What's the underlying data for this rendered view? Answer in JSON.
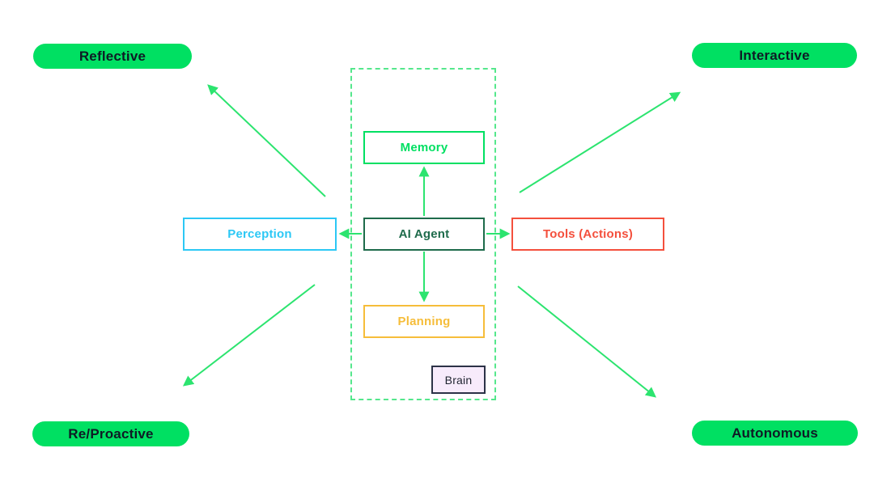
{
  "colors": {
    "green": "#00e062",
    "green_light": "#55e78c",
    "arrow_green": "#2ce46f",
    "dark_green": "#1e6b4b",
    "cyan": "#2cc8f5",
    "red": "#f4503d",
    "amber": "#f6bd3a",
    "brain_fill": "#f7ebfb",
    "brain_border": "#2c3247",
    "pill_text": "#0e1b25",
    "background": "#ffffff"
  },
  "pills": {
    "top_left": {
      "label": "Reflective"
    },
    "top_right": {
      "label": "Interactive"
    },
    "bottom_left": {
      "label": "Re/Proactive"
    },
    "bottom_right": {
      "label": "Autonomous"
    }
  },
  "nodes": {
    "center": {
      "label": "AI Agent"
    },
    "top": {
      "label": "Memory"
    },
    "bottom": {
      "label": "Planning"
    },
    "left": {
      "label": "Perception"
    },
    "right": {
      "label": "Tools (Actions)"
    },
    "container": {
      "label": "Brain"
    }
  }
}
